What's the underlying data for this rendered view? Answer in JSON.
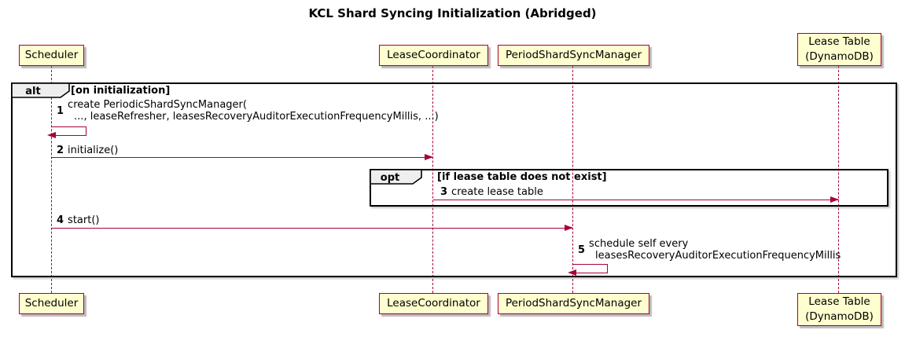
{
  "title": "KCL Shard Syncing Initialization (Abridged)",
  "colors": {
    "participant_fill": "#FEFECE",
    "participant_border": "#A80036",
    "arrow": "#A80036",
    "frame_border": "#000000",
    "fragment_tab_fill": "#EEEEEE",
    "background": "#FFFFFF"
  },
  "participants": [
    {
      "name": "Scheduler"
    },
    {
      "name": "LeaseCoordinator"
    },
    {
      "name": "PeriodShardSyncManager"
    },
    {
      "name": "Lease Table",
      "name_line2": "(DynamoDB)"
    }
  ],
  "fragments": {
    "alt": {
      "operator": "alt",
      "guard": "[on initialization]"
    },
    "opt": {
      "operator": "opt",
      "guard": "[if lease table does not exist]"
    }
  },
  "messages": [
    {
      "num": "1",
      "line1": "create PeriodicShardSyncManager(",
      "line2": "..., leaseRefresher, leasesRecoveryAuditorExecutionFrequencyMillis, ...)"
    },
    {
      "num": "2",
      "text": "initialize()"
    },
    {
      "num": "3",
      "text": "create lease table"
    },
    {
      "num": "4",
      "text": "start()"
    },
    {
      "num": "5",
      "line1": "schedule self every",
      "line2": "leasesRecoveryAuditorExecutionFrequencyMillis"
    }
  ]
}
